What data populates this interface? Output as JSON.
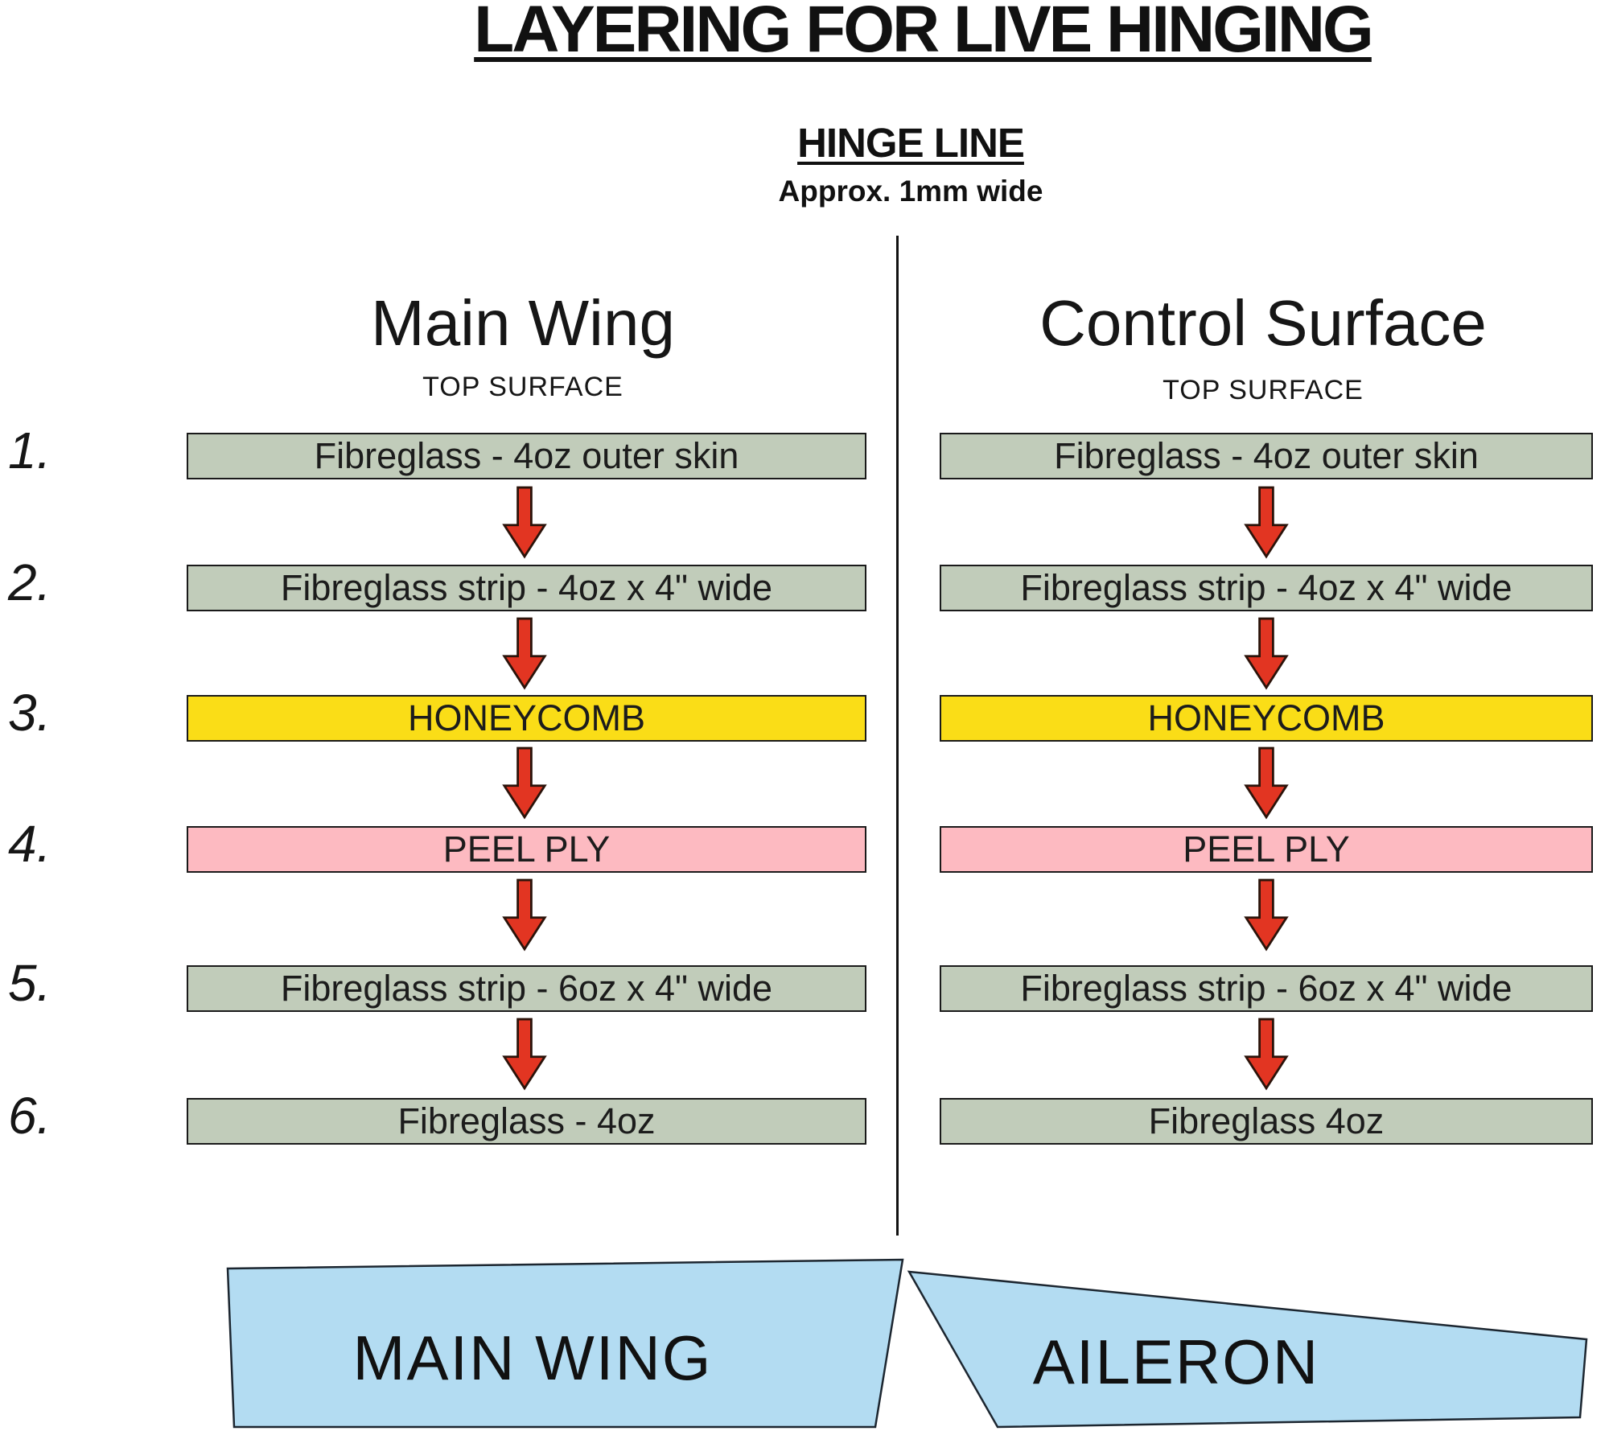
{
  "title": "LAYERING FOR LIVE HINGING",
  "hinge_label": {
    "title": "HINGE LINE",
    "subtitle": "Approx. 1mm wide"
  },
  "row_numbers": [
    "1.",
    "2.",
    "3.",
    "4.",
    "5.",
    "6."
  ],
  "columns": [
    {
      "name": "Main Wing",
      "surface_label": "TOP SURFACE",
      "layers": [
        {
          "label": "Fibreglass - 4oz outer skin",
          "color": "green"
        },
        {
          "label": "Fibreglass strip - 4oz x 4\" wide",
          "color": "green"
        },
        {
          "label": "HONEYCOMB",
          "color": "yellow"
        },
        {
          "label": "PEEL PLY",
          "color": "pink"
        },
        {
          "label": "Fibreglass strip - 6oz x 4\" wide",
          "color": "green"
        },
        {
          "label": "Fibreglass - 4oz",
          "color": "green"
        }
      ]
    },
    {
      "name": "Control Surface",
      "surface_label": "TOP SURFACE",
      "layers": [
        {
          "label": "Fibreglass - 4oz outer skin",
          "color": "green"
        },
        {
          "label": "Fibreglass strip - 4oz x 4\" wide",
          "color": "green"
        },
        {
          "label": "HONEYCOMB",
          "color": "yellow"
        },
        {
          "label": "PEEL PLY",
          "color": "pink"
        },
        {
          "label": "Fibreglass strip - 6oz x 4\" wide",
          "color": "green"
        },
        {
          "label": "Fibreglass 4oz",
          "color": "green"
        }
      ]
    }
  ],
  "cross_section": {
    "left_label": "MAIN WING",
    "right_label": "AILERON"
  },
  "colors": {
    "layer_green": "#c1ccba",
    "layer_yellow": "#fadd17",
    "layer_pink": "#fdbac1",
    "arrow_red": "#e23522",
    "wing_blue": "#b3dcf2",
    "ink": "#111111"
  }
}
